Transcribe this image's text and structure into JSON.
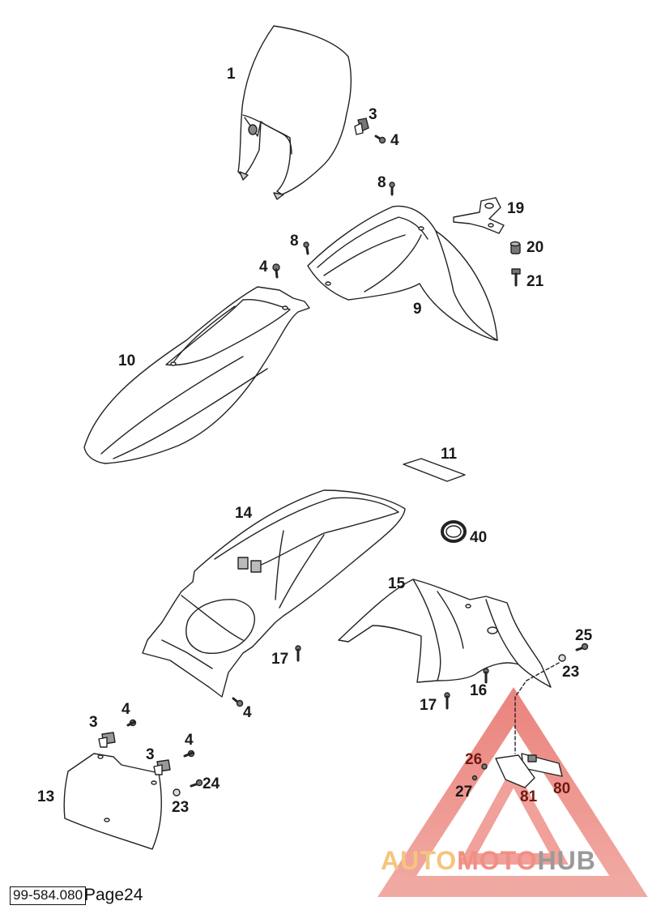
{
  "diagram": {
    "callouts": {
      "c1": "1",
      "c3a": "3",
      "c4a": "4",
      "c8a": "8",
      "c19": "19",
      "c8b": "8",
      "c20": "20",
      "c4b": "4",
      "c21": "21",
      "c9": "9",
      "c10": "10",
      "c11": "11",
      "c14": "14",
      "c40": "40",
      "c15": "15",
      "c25": "25",
      "c17a": "17",
      "c23a": "23",
      "c16": "16",
      "c4c": "4",
      "c17b": "17",
      "c4d": "4",
      "c3b": "3",
      "c4e": "4",
      "c3c": "3",
      "c26": "26",
      "c24": "24",
      "c80": "80",
      "c27": "27",
      "c13": "13",
      "c23b": "23",
      "c81": "81"
    }
  },
  "footer": {
    "doc_code": "99-584.080",
    "page": "Page24"
  },
  "watermark": {
    "part1": "AUTO",
    "part2": "MOTO",
    "part3": "HUB"
  },
  "colors": {
    "line": "#222222",
    "watermark_red": "#e8716a",
    "watermark_gold": "#f5c57d",
    "watermark_gray": "#9a9a9a"
  }
}
